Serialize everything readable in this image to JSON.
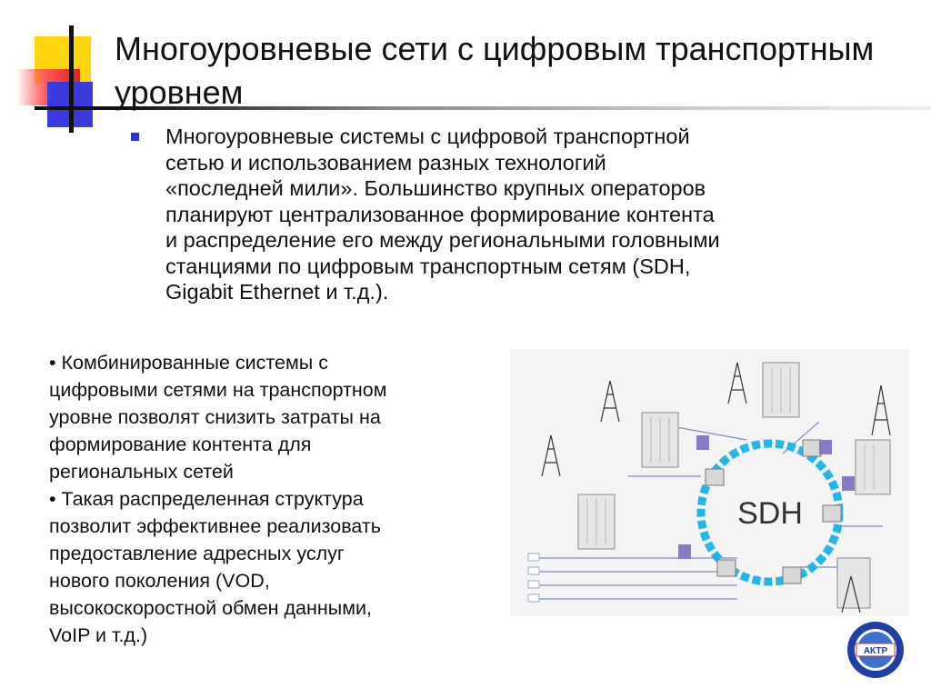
{
  "slide": {
    "title": "Многоуровневые сети с цифровым транспортным уровнем",
    "main_paragraph": "Многоуровневые системы с цифровой транспортной\nсетью и использованием разных технологий\n«последней мили».  Большинство крупных операторов\nпланируют централизованное формирование контента\nи распределение его между региональными головными\nстанциями по цифровым транспортным сетям (SDH,\nGigabit Ethernet  и т.д.).",
    "left_points": [
      "• Комбинированные системы с\nцифровыми сетями на транспортном\nуровне позволят снизить затраты на\nформирование контента для\nрегиональных сетей",
      "• Такая распределенная структура\nпозволит эффективнее реализовать\nпредоставление адресных  услуг\nнового поколения (VOD,\nвысокоскоростной обмен данными,\nVoIP и т.д.)"
    ]
  },
  "diagram": {
    "ring_label": "SDH"
  },
  "logo": {
    "text": "АКТР"
  },
  "colors": {
    "accent_yellow": "#ffd400",
    "accent_red": "#e81f1f",
    "accent_blue": "#3a3adf",
    "bullet_blue": "#3333cc",
    "ring_cyan": "#22b7e8",
    "logo_blue": "#1f3fa6"
  }
}
